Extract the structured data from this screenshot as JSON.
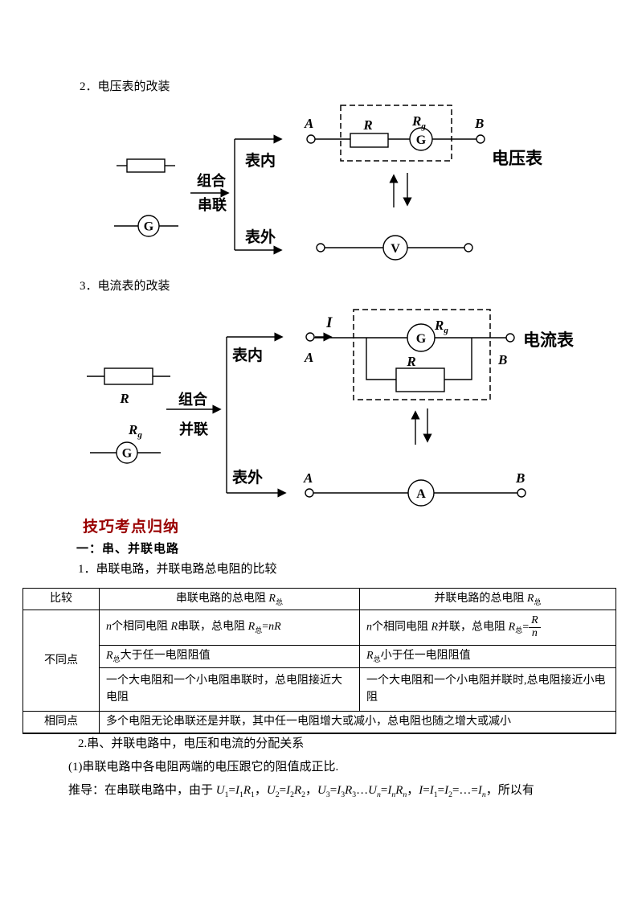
{
  "colors": {
    "heading_red": "#990000",
    "text": "#000000",
    "background": "#ffffff"
  },
  "sections": {
    "voltmeter": {
      "heading": "2．电压表的改装",
      "combine_top": "组合",
      "combine_bottom": "串联",
      "branch_inner": "表内",
      "branch_outer": "表外",
      "terminal_a": "A",
      "terminal_b": "B",
      "resistor": "R",
      "galvanometer": "G",
      "rg_main": "R",
      "rg_sub": "g",
      "meter_letter": "V",
      "result_label": "电压表"
    },
    "ammeter": {
      "heading": "3．电流表的改装",
      "current": "I",
      "combine_top": "组合",
      "combine_bottom": "并联",
      "branch_inner": "表内",
      "branch_outer": "表外",
      "terminal_a": "A",
      "terminal_b": "B",
      "terminal_a2": "A",
      "terminal_b2": "B",
      "resistor": "R",
      "resistor_shunt": "R",
      "galvanometer": "G",
      "rg_main": "R",
      "rg_sub": "g",
      "rg2_main": "R",
      "rg2_sub": "g",
      "meter_letter": "A",
      "result_label": "电流表"
    },
    "summary": {
      "red_heading": "技巧考点归纳",
      "sub_heading": "一：串、并联电路",
      "item1": "1．串联电路，并联电路总电阻的比较",
      "table": {
        "col_compare": "比较",
        "col_series": "串联电路的总电阻 R_总",
        "col_parallel": "并联电路的总电阻 R_总",
        "row_diff_label": "不同点",
        "row_same_label": "相同点",
        "diff_rows": [
          {
            "series": "n个相同电阻 R串联，总电阻 R_总=nR",
            "parallel": "n个相同电阻 R并联，总电阻 R_总={R/n}"
          },
          {
            "series": "R_总大于任一电阻阻值",
            "parallel": "R_总小于任一电阻阻值"
          },
          {
            "series": "一个大电阻和一个小电阻串联时，总电阻接近大电阻",
            "parallel": "一个大电阻和一个小电阻并联时,总电阻接近小电阻"
          }
        ],
        "same_row": "多个电阻无论串联还是并联，其中任一电阻增大或减小，总电阻也随之增大或减小"
      },
      "item2": "2.串、并联电路中，电压和电流的分配关系",
      "point1": "(1)串联电路中各电阻两端的电压跟它的阻值成正比.",
      "derivation": "推导：在串联电路中，由于 U_1=I_1R_1，U_2=I_2R_2，U_3=I_3R_3…U_n=I_nR_n，I=I_1=I_2=…=I_n，所以有"
    }
  }
}
